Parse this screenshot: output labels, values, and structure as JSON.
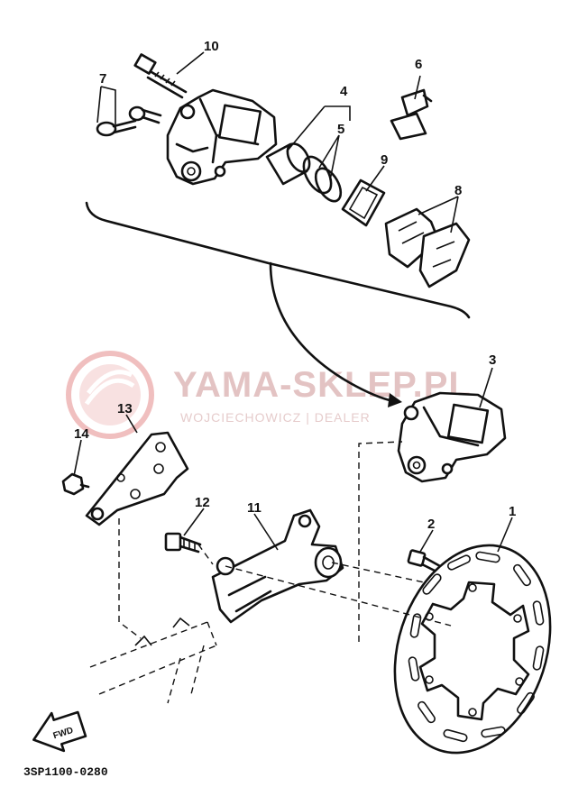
{
  "watermark": {
    "title": "YAMA-SKLEP.PL",
    "subtitle": "WOJCIECHOWICZ | DEALER"
  },
  "diagram_code": "3SP1100-0280",
  "fwd_label": "FWD",
  "callouts": {
    "p1": "1",
    "p2": "2",
    "p3": "3",
    "p4": "4",
    "p5": "5",
    "p6": "6",
    "p7": "7",
    "p8": "8",
    "p9": "9",
    "p10": "10",
    "p11": "11",
    "p12": "12",
    "p13": "13",
    "p14": "14"
  },
  "colors": {
    "ink": "#111111",
    "watermark": "#e3c3c3"
  }
}
